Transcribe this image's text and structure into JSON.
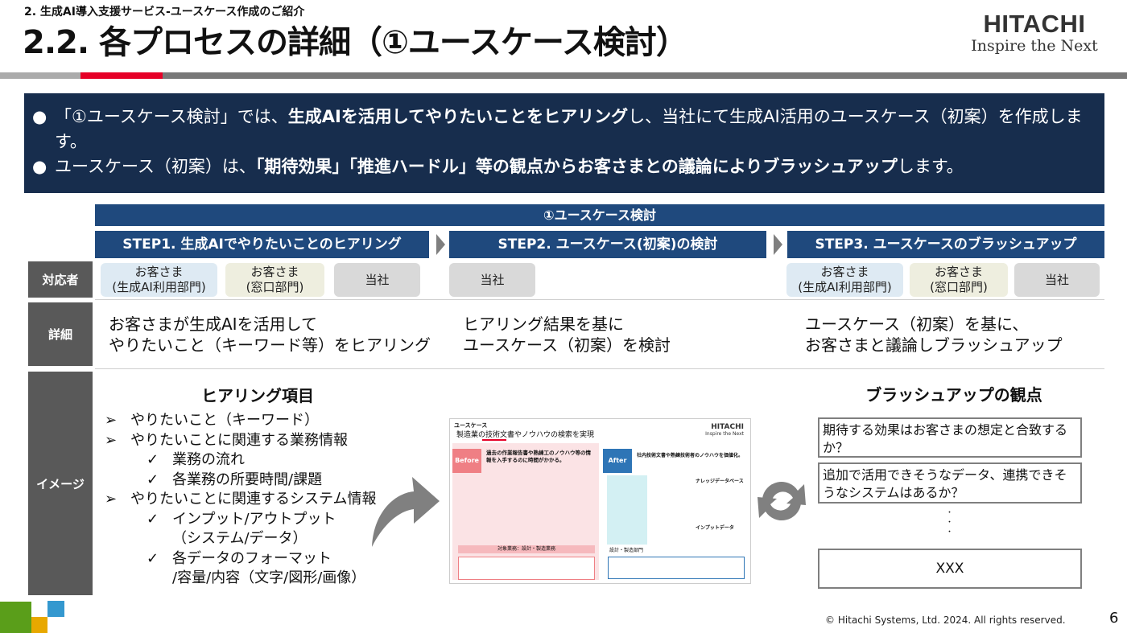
{
  "header": {
    "section": "2. 生成AI導入支援サービス-ユースケース作成のご紹介",
    "title": "2.2. 各プロセスの詳細（①ユースケース検討）",
    "logo_main": "HITACHI",
    "logo_tagline": "Inspire the Next"
  },
  "banner": {
    "line1": [
      "「①ユースケース検討」では、",
      "生成AIを活用してやりたいことをヒアリング",
      "し、当社にて生成AI活用のユースケース（初案）を作成します。"
    ],
    "line2": [
      "ユースケース（初案）は、",
      "「期待効果」「推進ハードル」等の観点からお客さまとの議論によりブラッシュアップ",
      "します。"
    ]
  },
  "process": {
    "title": "①ユースケース検討",
    "steps": [
      "STEP1. 生成AIでやりたいことのヒアリング",
      "STEP2. ユースケース(初案)の検討",
      "STEP3. ユースケースのブラッシュアップ"
    ]
  },
  "rows": {
    "responders": "対応者",
    "details": "詳細",
    "image": "イメージ"
  },
  "responders": {
    "step1": [
      [
        "お客さま",
        "(生成AI利用部門)"
      ],
      [
        "お客さま",
        "(窓口部門)"
      ],
      [
        "当社"
      ]
    ],
    "step2": [
      [
        "当社"
      ]
    ],
    "step3": [
      [
        "お客さま",
        "(生成AI利用部門)"
      ],
      [
        "お客さま",
        "(窓口部門)"
      ],
      [
        "当社"
      ]
    ]
  },
  "details": {
    "step1": [
      "お客さまが生成AIを活用して",
      "やりたいこと（キーワード等）をヒアリング"
    ],
    "step2": [
      "ヒアリング結果を基に",
      "ユースケース（初案）を検討"
    ],
    "step3": [
      "ユースケース（初案）を基に、",
      "お客さまと議論しブラッシュアップ"
    ]
  },
  "hearing": {
    "title": "ヒアリング項目",
    "items": [
      {
        "mark": "➢",
        "text": "やりたいこと（キーワード）",
        "level": 1
      },
      {
        "mark": "➢",
        "text": "やりたいことに関連する業務情報",
        "level": 1
      },
      {
        "mark": "✓",
        "text": "業務の流れ",
        "level": 2
      },
      {
        "mark": "✓",
        "text": "各業務の所要時間/課題",
        "level": 2
      },
      {
        "mark": "➢",
        "text": "やりたいことに関連するシステム情報",
        "level": 1
      },
      {
        "mark": "✓",
        "text": "インプット/アウトプット",
        "level": 2
      },
      {
        "mark": "",
        "text": "（システム/データ）",
        "level": 3
      },
      {
        "mark": "✓",
        "text": "各データのフォーマット",
        "level": 2
      },
      {
        "mark": "",
        "text": "/容量/内容（文字/図形/画像）",
        "level": 3
      }
    ]
  },
  "thumbnail": {
    "kicker": "ユースケース",
    "title": "製造業の技術文書やノウハウの検索を実現",
    "logo": "HITACHI",
    "tagline": "Inspire the Next",
    "before": "Before",
    "before_text": "過去の作業報告書や熟練工のノウハウ等の情報を入手するのに時間がかかる。",
    "after": "After",
    "after_text": "社内技術文書や熟練技術者のノウハウを価値化。",
    "knowledge_db": "ナレッジデータベース",
    "input_data": "インプットデータ",
    "target": "対象業務：設計・製造業務",
    "dept": "設計・製造部門"
  },
  "brushup": {
    "title": "ブラッシュアップの観点",
    "items": [
      "期待する効果はお客さまの想定と合致するか？",
      "追加で活用できそうなデータ、連携できそうなシステムはあるか？"
    ],
    "ellipsis": "・\n・\n・",
    "last": "XXX"
  },
  "footer": {
    "copyright": "© Hitachi Systems, Ltd. 2024. All rights reserved.",
    "page": "6"
  },
  "colors": {
    "navy": "#172d4d",
    "step_blue": "#1f497d",
    "red": "#e60027",
    "label_gray": "#595959"
  }
}
